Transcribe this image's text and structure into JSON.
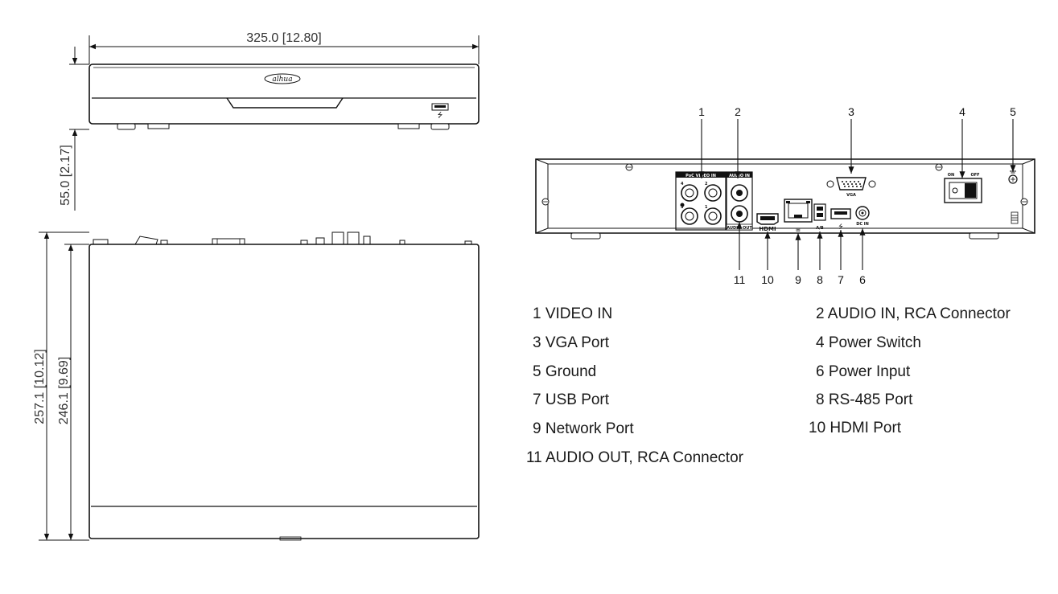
{
  "dimensions": {
    "width": "325.0 [12.80]",
    "height": "55.0 [2.17]",
    "depth_outer": "257.1 [10.12]",
    "depth_inner": "246.1 [9.69]"
  },
  "callout_numbers": {
    "top": [
      "1",
      "2",
      "3",
      "4",
      "5"
    ],
    "bottom": [
      "11",
      "10",
      "9",
      "8",
      "7",
      "6"
    ]
  },
  "panel_text": {
    "poc_video_in": "PoC VIDEO IN",
    "audio_in": "AUDIO IN",
    "audio_out": "AUDIO OUT",
    "vga": "VGA",
    "hdmi": "HDMI",
    "ab": "A/B",
    "dc_in": "DC IN",
    "on": "ON",
    "off": "OFF",
    "ch1": "1",
    "ch2": "2",
    "ch3": "3",
    "ch4": "4"
  },
  "logo": "alhua",
  "legend": {
    "left": [
      "1 VIDEO IN",
      "3 VGA Port",
      "5 Ground",
      "7 USB Port",
      "9 Network Port",
      "11 AUDIO OUT, RCA Connector"
    ],
    "right": [
      "2  AUDIO IN, RCA Connector",
      "4  Power Switch",
      "6  Power Input",
      "8  RS-485 Port",
      "10  HDMI Port"
    ]
  }
}
